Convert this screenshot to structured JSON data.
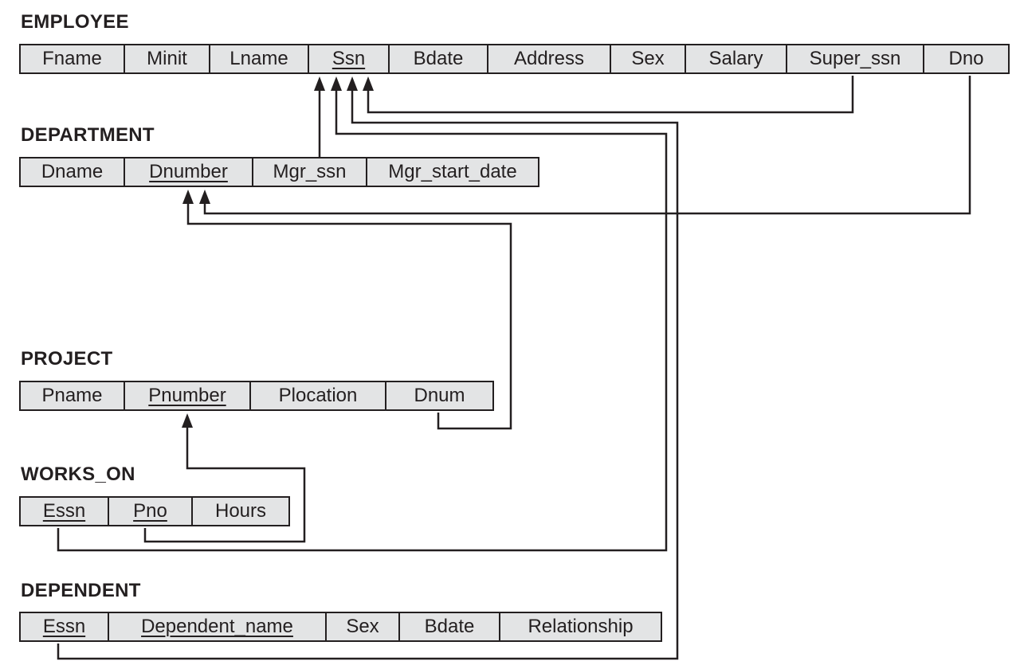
{
  "relations": {
    "employee": {
      "name": "EMPLOYEE",
      "attributes": [
        {
          "label": "Fname",
          "key": false
        },
        {
          "label": "Minit",
          "key": false
        },
        {
          "label": "Lname",
          "key": false
        },
        {
          "label": "Ssn",
          "key": true
        },
        {
          "label": "Bdate",
          "key": false
        },
        {
          "label": "Address",
          "key": false
        },
        {
          "label": "Sex",
          "key": false
        },
        {
          "label": "Salary",
          "key": false
        },
        {
          "label": "Super_ssn",
          "key": false
        },
        {
          "label": "Dno",
          "key": false
        }
      ]
    },
    "department": {
      "name": "DEPARTMENT",
      "attributes": [
        {
          "label": "Dname",
          "key": false
        },
        {
          "label": "Dnumber",
          "key": true
        },
        {
          "label": "Mgr_ssn",
          "key": false
        },
        {
          "label": "Mgr_start_date",
          "key": false
        }
      ]
    },
    "project": {
      "name": "PROJECT",
      "attributes": [
        {
          "label": "Pname",
          "key": false
        },
        {
          "label": "Pnumber",
          "key": true
        },
        {
          "label": "Plocation",
          "key": false
        },
        {
          "label": "Dnum",
          "key": false
        }
      ]
    },
    "works_on": {
      "name": "WORKS_ON",
      "attributes": [
        {
          "label": "Essn",
          "key": true
        },
        {
          "label": "Pno",
          "key": true
        },
        {
          "label": "Hours",
          "key": false
        }
      ]
    },
    "dependent": {
      "name": "DEPENDENT",
      "attributes": [
        {
          "label": "Essn",
          "key": true
        },
        {
          "label": "Dependent_name",
          "key": true
        },
        {
          "label": "Sex",
          "key": false
        },
        {
          "label": "Bdate",
          "key": false
        },
        {
          "label": "Relationship",
          "key": false
        }
      ]
    }
  },
  "foreign_keys": [
    {
      "from": "EMPLOYEE.Super_ssn",
      "to": "EMPLOYEE.Ssn"
    },
    {
      "from": "DEPARTMENT.Mgr_ssn",
      "to": "EMPLOYEE.Ssn"
    },
    {
      "from": "WORKS_ON.Essn",
      "to": "EMPLOYEE.Ssn"
    },
    {
      "from": "DEPENDENT.Essn",
      "to": "EMPLOYEE.Ssn"
    },
    {
      "from": "EMPLOYEE.Dno",
      "to": "DEPARTMENT.Dnumber"
    },
    {
      "from": "PROJECT.Dnum",
      "to": "DEPARTMENT.Dnumber"
    },
    {
      "from": "WORKS_ON.Pno",
      "to": "PROJECT.Pnumber"
    }
  ],
  "colors": {
    "cell_fill": "#e3e4e5",
    "line": "#231f20"
  }
}
